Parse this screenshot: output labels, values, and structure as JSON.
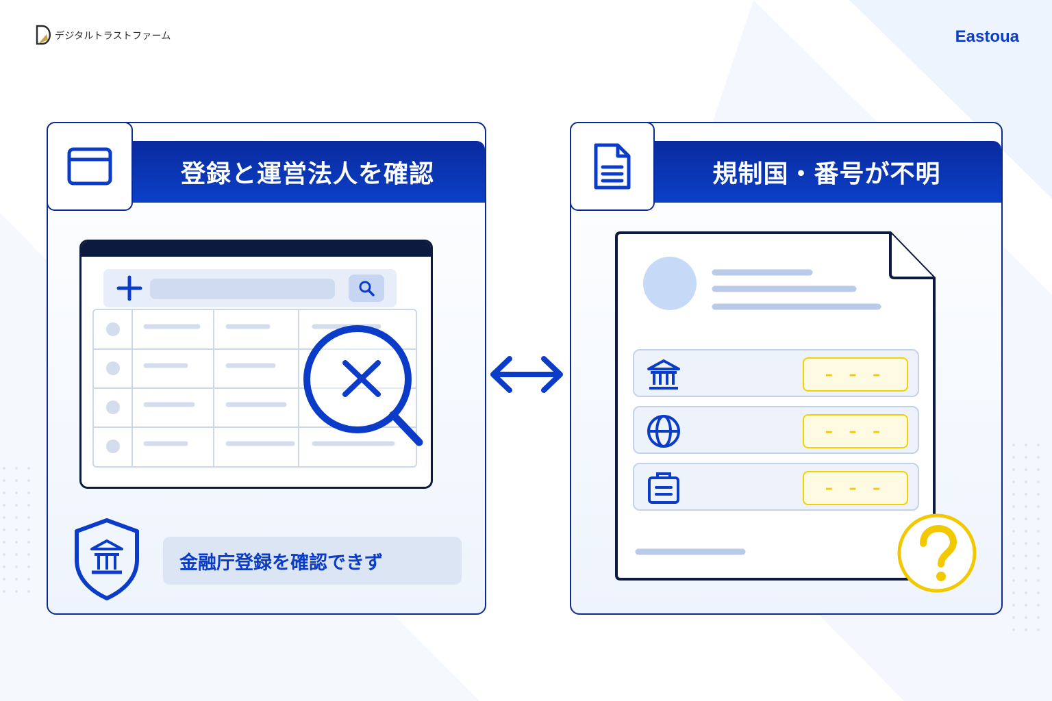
{
  "brand": {
    "left_name": "デジタルトラストファーム",
    "right_name": "Eastoua"
  },
  "left_panel": {
    "title": "登録と運営法人を確認",
    "notice": "金融庁登録を確認できず"
  },
  "right_panel": {
    "title": "規制国・番号が不明",
    "rows": [
      {
        "icon": "bank-icon",
        "value": "– – –"
      },
      {
        "icon": "globe-icon",
        "value": "– – –"
      },
      {
        "icon": "briefcase-icon",
        "value": "– – –"
      }
    ]
  },
  "colors": {
    "primary": "#0b3cc7",
    "navy": "#0d1a3f",
    "accent_yellow": "#f2d200"
  }
}
